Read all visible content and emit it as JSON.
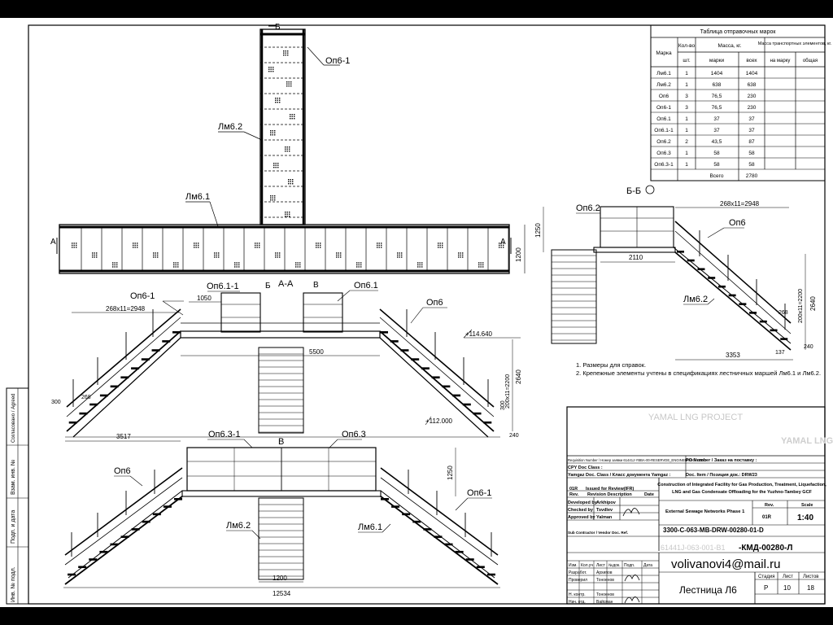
{
  "spec_table": {
    "title": "Таблица отправочных марок",
    "headers": {
      "mark": "Марка",
      "qty": "Кол-во",
      "qty_sub": "шт.",
      "mass": "Масса, кг.",
      "mass_mark": "марки",
      "mass_total": "всех",
      "transport": "Масса транспортных элементов, кг.",
      "transport_mark": "на марку",
      "transport_total": "общая"
    },
    "rows": [
      {
        "mark": "Лм6.1",
        "qty": "1",
        "m": "1404",
        "t": "1404"
      },
      {
        "mark": "Лм6.2",
        "qty": "1",
        "m": "638",
        "t": "638"
      },
      {
        "mark": "Оп6",
        "qty": "3",
        "m": "76,5",
        "t": "230"
      },
      {
        "mark": "Оп6-1",
        "qty": "3",
        "m": "76,5",
        "t": "230"
      },
      {
        "mark": "Оп6.1",
        "qty": "1",
        "m": "37",
        "t": "37"
      },
      {
        "mark": "Оп6.1-1",
        "qty": "1",
        "m": "37",
        "t": "37"
      },
      {
        "mark": "Оп6.2",
        "qty": "2",
        "m": "43,5",
        "t": "87"
      },
      {
        "mark": "Оп6.3",
        "qty": "1",
        "m": "58",
        "t": "58"
      },
      {
        "mark": "Оп6.3-1",
        "qty": "1",
        "m": "58",
        "t": "58"
      }
    ],
    "total_label": "Всего",
    "total_value": "2780"
  },
  "labels": {
    "b_top": "Б",
    "op6_1_top": "Оп6-1",
    "lm6_2_top": "Лм6.2",
    "lm6_1_top": "Лм6.1",
    "a_left": "А",
    "a_right": "А",
    "b_bottom": "Б",
    "b_mid": "В",
    "aa": "А-А",
    "dim_1200_plan": "1200",
    "op6_1_left": "Оп6-1",
    "op6_1_1": "Оп6.1-1",
    "op6_1": "Оп6.1",
    "op6_right": "Оп6",
    "dim_1050": "1050",
    "dim_268x11": "268х11=2948",
    "elev_114": "+114.640",
    "dim_5500": "5500",
    "dim_300": "300",
    "dim_268": "268",
    "dim_200x11": "200х11=2200",
    "dim_2640": "2640",
    "dim_300b": "300",
    "elev_112": "+112.000",
    "dim_3517": "3517",
    "dim_240": "240",
    "bb": "Б-Б",
    "op6_2": "Оп6.2",
    "dim_268x11_b": "268х11=2948",
    "op6_b": "Оп6",
    "dim_1250_b": "1250",
    "dim_2110": "2110",
    "lm6_2_b": "Лм6.2",
    "dim_200x11_b": "200х11=2200",
    "dim_2640_b": "2640",
    "dim_268_b": "268",
    "dim_3353": "3353",
    "dim_137": "137",
    "dim_240_b": "240",
    "op6_3_1": "Оп6.3-1",
    "op6_3": "Оп6.3",
    "v_label": "В",
    "op6_left_v": "Оп6",
    "dim_1250_v": "1250",
    "op6_1_right_v": "Оп6-1",
    "lm6_2_v": "Лм6.2",
    "lm6_1_v": "Лм6.1",
    "dim_1200_v": "1200",
    "dim_12534": "12534"
  },
  "notes": {
    "n1": "1. Размеры для справок.",
    "n2": "2. Крепежные элементы учтены в спецификациях лестничных маршей Лм6.1 и Лм6.2."
  },
  "title_block": {
    "project": "YAMAL LNG PROJECT",
    "company_wm": "YAMAL LNG",
    "req_label": "Requisition Number / Номер заявки 61441J-YBBA-00-RESERVDE_ENGINEERING-YGDC",
    "po_label": "PO Number / Заказ на поставку :",
    "cpy_label": "CPY Doc Class :",
    "yamgaz_label": "Yamgaz Doc. Class / Класс документа Yamgaz :",
    "doc_item": "Doc. Item / Позиция док.: DRW23",
    "rev_code": "01R",
    "issued": "Issued for Review(IFR)",
    "rev_h": "Rev.",
    "rev_desc_h": "Revision Description",
    "date_h": "Date",
    "developed": "Developed by",
    "developed_name": "Arkhipov",
    "checked": "Checked by",
    "checked_name": "Tsvdlev",
    "approved": "Approved by",
    "approved_name": "Yalman",
    "sub_contractor": "Sub Contractor / Vendor Doc. Ref.",
    "construction": "Construction of Integrated Facility for Gas Production, Treatment, Liquefaction, LNG and Gas Condensate Offloading for the Yuzhno-Tambey GCF",
    "subtitle": "External Sewage Networks Phase 1",
    "rev_label": "Rev.",
    "scale_label": "Scale",
    "rev_val": "01R",
    "scale_val": "1:40",
    "drw_num": "3300-C-063-MB-DRW-00280-01-D",
    "kmd": "-КМД-00280-Л",
    "kmd_gray": "61441J-063-001-B1",
    "email": "volivanovi4@mail.ru",
    "stage_h": "Стадия",
    "sheet_h": "Лист",
    "sheets_h": "Листов",
    "stage": "Р",
    "sheet": "10",
    "sheets": "18",
    "izm": "Изм.",
    "kol": "Кол.уч",
    "list": "Лист",
    "ndok": "№док.",
    "podp": "Подп.",
    "data": "Дата",
    "razrab": "Разработ.",
    "razrab_name": "Архипов",
    "prover": "Проверил",
    "prover_name": "Тоноенов",
    "nkontr": "Н. контр.",
    "nkontr_name": "Тоноенов",
    "nachgr": "Нач. отд.",
    "nachgr_name": "Вайсман",
    "title": "Лестница Л6"
  },
  "side_stamp": [
    "Инв. № подл.",
    "Подп. и дата",
    "Взам. инв. №",
    "Согласовано / Agreed"
  ]
}
